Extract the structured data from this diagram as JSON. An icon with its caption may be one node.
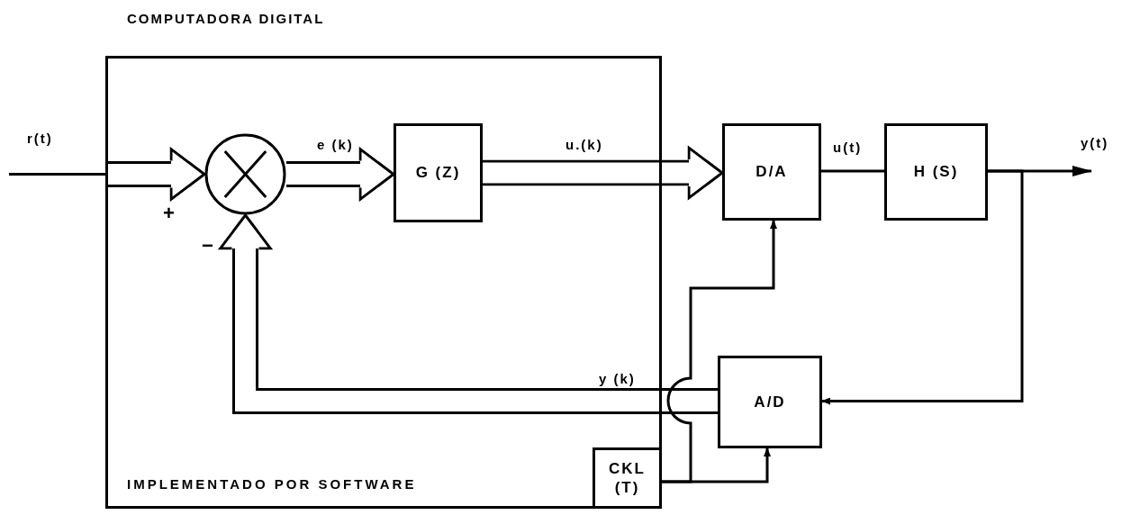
{
  "diagram": {
    "nodes": [
      {
        "text": [
          "COMPUTADORA DIGITAL",
          "IMPLEMENTADO POR SOFTWARE"
        ]
      },
      {
        "text": [],
        "shape": "circle",
        "in": 0
      },
      {
        "text": [
          "G (Z)"
        ],
        "in": 0
      },
      {
        "text": [
          "D/A"
        ]
      },
      {
        "text": [
          "H (S)"
        ]
      },
      {
        "text": [
          "A/D"
        ]
      },
      {
        "text": [
          "CKL (T)"
        ],
        "in": 0
      }
    ],
    "edges": [
      {
        "from": null,
        "to": 1,
        "arrow": "to",
        "label": "r(t)",
        "style": "thick"
      },
      {
        "from": 1,
        "to": 2,
        "arrow": "to",
        "label": "e (k)",
        "style": "thick"
      },
      {
        "from": 2,
        "to": 3,
        "arrow": "to",
        "label": "u.(k)",
        "style": "thick"
      },
      {
        "from": 3,
        "to": 4,
        "arrow": "none",
        "label": "u(t)"
      },
      {
        "from": 4,
        "to": null,
        "arrow": "to",
        "label": "y(t)"
      },
      {
        "from": 4,
        "to": 5,
        "arrow": "to"
      },
      {
        "from": 5,
        "to": 1,
        "arrow": "to",
        "label": "y (k)",
        "style": "thick"
      },
      {
        "from": 6,
        "to": 3,
        "arrow": "to"
      },
      {
        "from": 6,
        "to": 5,
        "arrow": "to"
      }
    ],
    "labels": [
      "+",
      "−"
    ]
  }
}
